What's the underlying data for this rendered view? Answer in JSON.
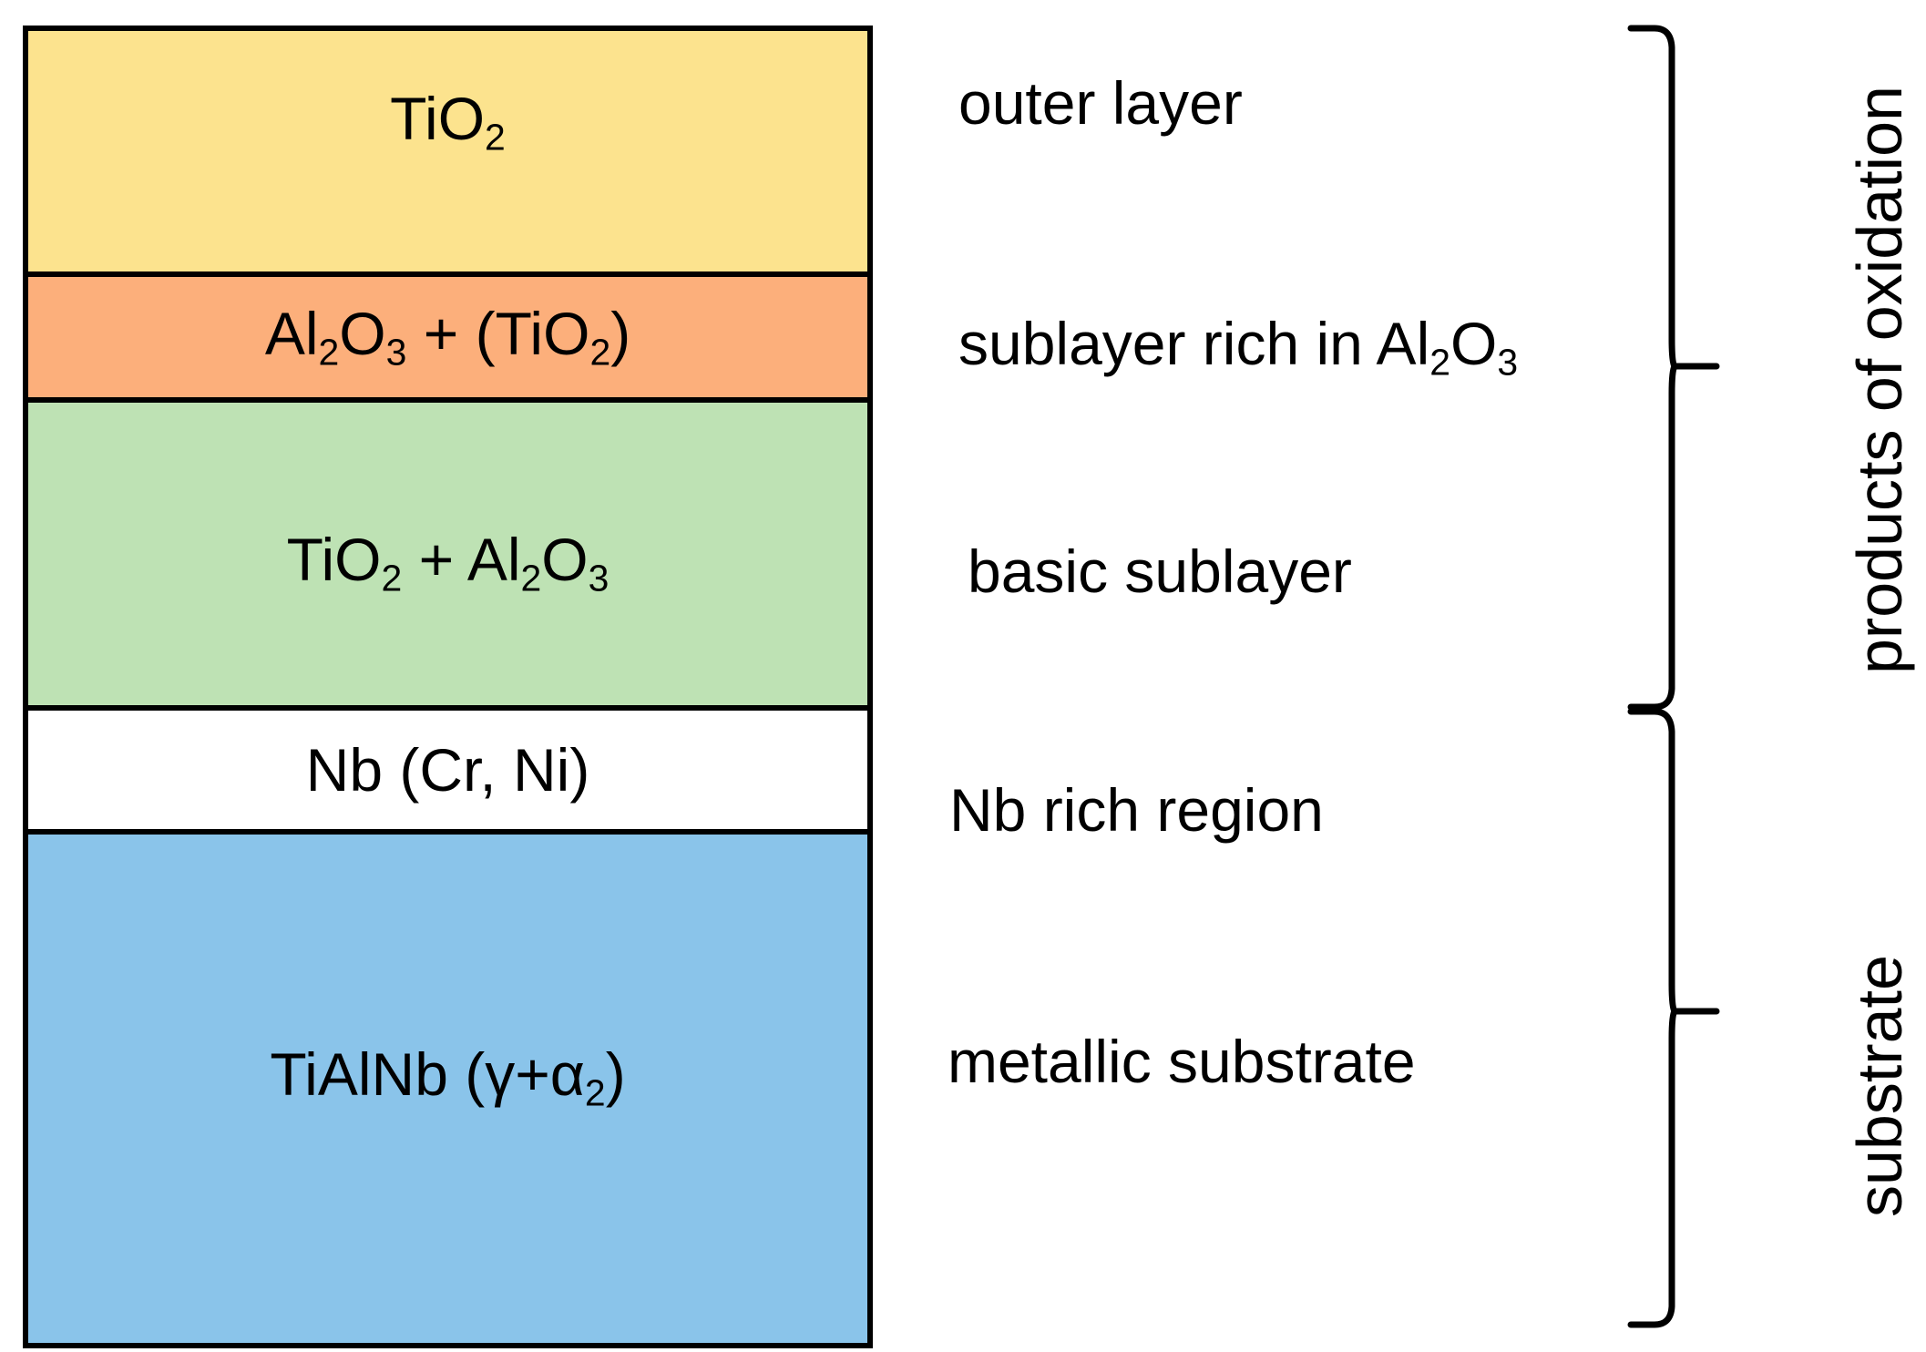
{
  "figure": {
    "type": "layered-cross-section-schematic",
    "background_color": "#ffffff",
    "stroke_color": "#000000"
  },
  "layers": [
    {
      "id": "outer-layer",
      "formula_html": "TiO<sub>2</sub>",
      "formula_text": "TiO2",
      "description": "outer layer",
      "fill_color": "#FCE38E",
      "group": "products of oxidation"
    },
    {
      "id": "al2o3-rich-sublayer",
      "formula_html": "Al<sub>2</sub>O<sub>3</sub> + (TiO<sub>2</sub>)",
      "formula_text": "Al2O3 + (TiO2)",
      "description_html": "sublayer rich in Al<sub>2</sub>O<sub>3</sub>",
      "description": "sublayer rich in Al2O3",
      "fill_color": "#FCAF7B",
      "group": "products of oxidation"
    },
    {
      "id": "basic-sublayer",
      "formula_html": "TiO<sub>2</sub> + Al<sub>2</sub>O<sub>3</sub>",
      "formula_text": "TiO2 + Al2O3",
      "description": "basic sublayer",
      "fill_color": "#BEE2B4",
      "group": "products of oxidation"
    },
    {
      "id": "nb-rich-region",
      "formula_html": "Nb (Cr, Ni)",
      "formula_text": "Nb (Cr, Ni)",
      "description": "Nb rich region",
      "fill_color": "#FFFFFF",
      "group": "substrate"
    },
    {
      "id": "metallic-substrate",
      "formula_html": "TiAlNb (γ+α<sub>2</sub>)",
      "formula_text": "TiAlNb (gamma+alpha2)",
      "description": "metallic substrate",
      "fill_color": "#8AC4EA",
      "group": "substrate"
    }
  ],
  "groups": [
    {
      "id": "products-of-oxidation",
      "label": "products of oxidation",
      "spans_layers": [
        0,
        1,
        2
      ]
    },
    {
      "id": "substrate",
      "label": "substrate",
      "spans_layers": [
        3,
        4
      ]
    }
  ]
}
